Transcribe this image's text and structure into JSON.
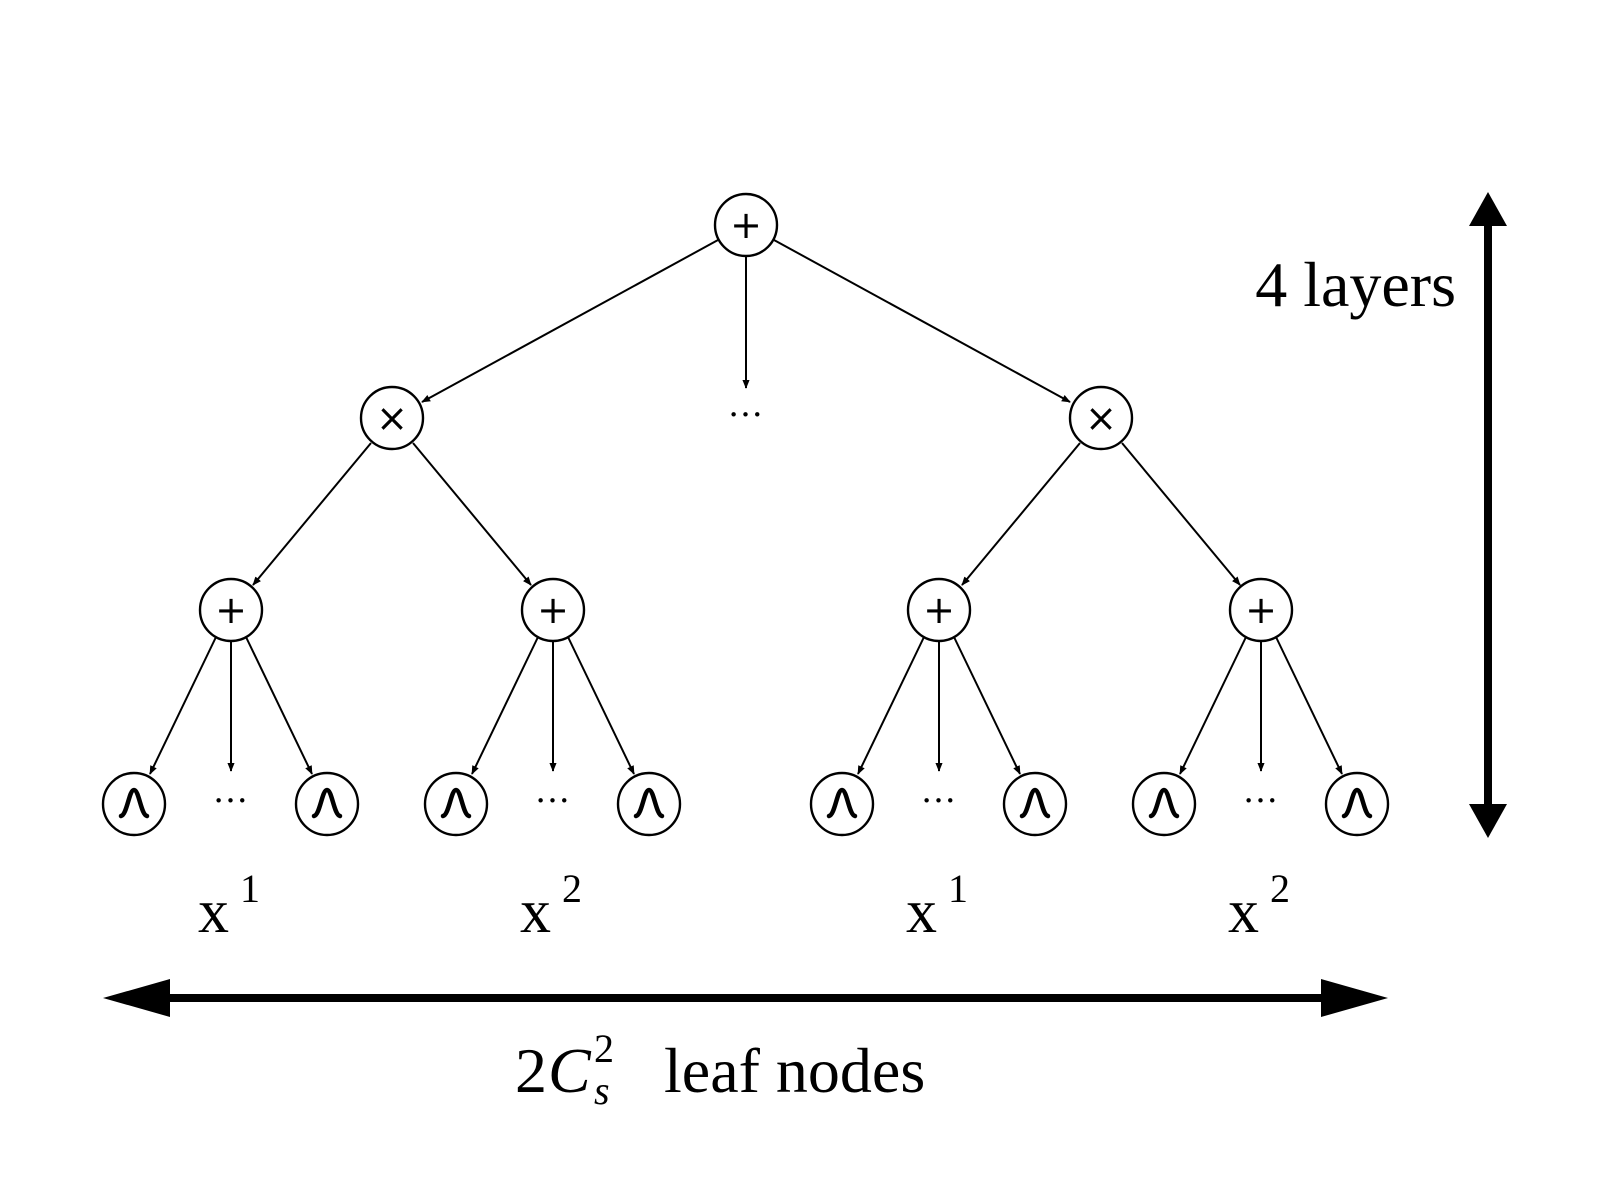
{
  "diagram": {
    "ops": {
      "sum": "+",
      "product": "×",
      "ellipsis": "···"
    },
    "root": {
      "op": "sum"
    },
    "middle_ellipsis": "···",
    "products": [
      {
        "op": "product",
        "sums": [
          {
            "op": "sum",
            "leaf_ellipsis": "···",
            "var": {
              "base": "x",
              "sup": "1"
            }
          },
          {
            "op": "sum",
            "leaf_ellipsis": "···",
            "var": {
              "base": "x",
              "sup": "2"
            }
          }
        ]
      },
      {
        "op": "product",
        "sums": [
          {
            "op": "sum",
            "leaf_ellipsis": "···",
            "var": {
              "base": "x",
              "sup": "1"
            }
          },
          {
            "op": "sum",
            "leaf_ellipsis": "···",
            "var": {
              "base": "x",
              "sup": "2"
            }
          }
        ]
      }
    ],
    "leaf_icon": "gaussian-icon",
    "layers_label": "4 layers",
    "leaf_count_label": {
      "coef": "2",
      "symbol": "C",
      "subscript": "s",
      "superscript": "2",
      "text": "leaf nodes"
    }
  }
}
